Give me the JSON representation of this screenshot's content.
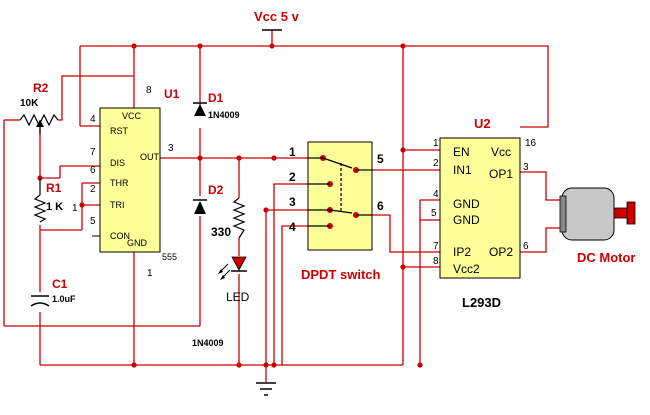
{
  "supply": {
    "label": "Vcc 5 v"
  },
  "ic_555": {
    "name": "U1",
    "type": "555",
    "pins": {
      "rst": "RST",
      "vcc": "VCC",
      "dis": "DIS",
      "thr": "THR",
      "tri": "TRI",
      "con": "CON",
      "gnd": "GND",
      "out": "OUT"
    },
    "pin_numbers": {
      "p4": "4",
      "p8": "8",
      "p7": "7",
      "p6": "6",
      "p2": "2",
      "p5": "5",
      "p1": "1",
      "p3": "3",
      "ptri": "1"
    }
  },
  "components": {
    "r2_name": "R2",
    "r2_value": "10K",
    "r1_name": "R1",
    "r1_value": "1 K",
    "c1_name": "C1",
    "c1_value": "1.0uF",
    "d1_name": "D1",
    "d1_value": "1N4009",
    "d2_name": "D2",
    "d2_value": "1N4009",
    "r_led_value": "330",
    "led_label": "LED"
  },
  "switch": {
    "label": "DPDT switch",
    "pins": {
      "p1": "1",
      "p2": "2",
      "p3": "3",
      "p4": "4",
      "p5": "5",
      "p6": "6"
    }
  },
  "driver": {
    "name": "U2",
    "type": "L293D",
    "pins": {
      "en": "EN",
      "in1": "IN1",
      "vcc": "Vcc",
      "op1": "OP1",
      "gnd1": "GND",
      "gnd2": "GND",
      "ip2": "IP2",
      "op2": "OP2",
      "vcc2": "Vcc2"
    },
    "pin_numbers": {
      "p1": "1",
      "p2": "2",
      "p16": "16",
      "p3": "3",
      "p4": "4",
      "p5": "5",
      "p7": "7",
      "p6": "6",
      "p8": "8"
    }
  },
  "motor": {
    "label": "DC Motor"
  },
  "colors": {
    "wire": "#cc0000",
    "switch_fill": "#ffff99",
    "chip_fill": "#ffff99",
    "motor_fill": "#c8c8c8"
  }
}
